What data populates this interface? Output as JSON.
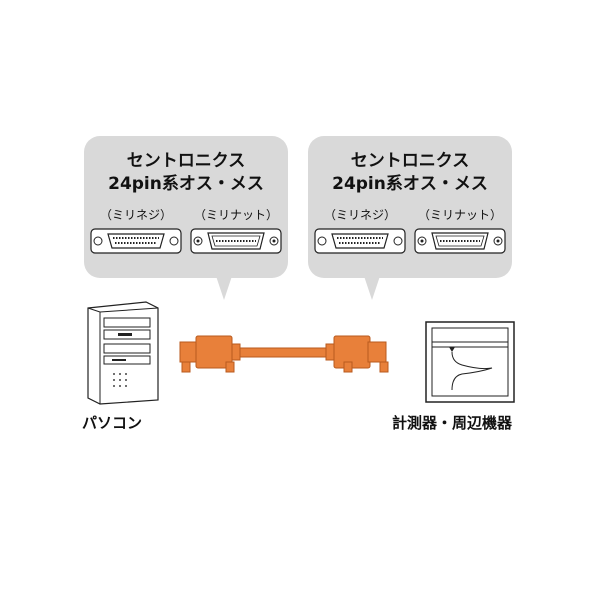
{
  "bubbles": [
    {
      "title_line1": "セントロニクス",
      "title_line2": "24pin系オス・メス",
      "connectors": [
        {
          "label": "（ミリネジ）",
          "icon": "centronics-connector-male-screw-icon"
        },
        {
          "label": "（ミリナット）",
          "icon": "centronics-connector-female-nut-icon"
        }
      ]
    },
    {
      "title_line1": "セントロニクス",
      "title_line2": "24pin系オス・メス",
      "connectors": [
        {
          "label": "（ミリネジ）",
          "icon": "centronics-connector-male-screw-icon"
        },
        {
          "label": "（ミリナット）",
          "icon": "centronics-connector-female-nut-icon"
        }
      ]
    }
  ],
  "labels": {
    "computer": "パソコン",
    "device": "計測器・周辺機器"
  },
  "colors": {
    "cable": "#e8803a",
    "cable_dark": "#b85a1e",
    "bubble": "#d9d9d9"
  }
}
